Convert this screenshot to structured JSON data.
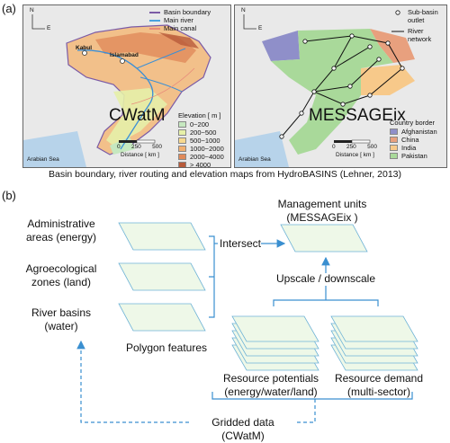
{
  "panel_a": {
    "label": "(a)",
    "caption": "Basin boundary, river routing and elevation maps from HydroBASINS (Lehner, 2013)",
    "left_map": {
      "title": "CWatM",
      "north": "N",
      "east": "E",
      "city1": "Kabul",
      "city2": "Islamabad",
      "sea": "Arabian Sea",
      "legend": [
        "Basin boundary",
        "Main river",
        "Main canal"
      ],
      "legend_colors": [
        "#7b5ba6",
        "#4aa3df",
        "#e88a7a"
      ],
      "elevation_title": "Elevation [ m ]",
      "elevation_classes": [
        "0~200",
        "200~500",
        "500~1000",
        "1000~2000",
        "2000~4000",
        "> 4000"
      ],
      "elevation_colors": [
        "#c6e8c0",
        "#e6f0a8",
        "#f7d98f",
        "#f2b070",
        "#e08a5a",
        "#b85a3a"
      ],
      "scale_ticks": [
        "0",
        "250",
        "500"
      ],
      "scale_label": "Distance [ km ]"
    },
    "right_map": {
      "title": "MESSAGEix",
      "north": "N",
      "east": "E",
      "sea": "Arabian Sea",
      "legend_outlet": "Sub-basin outlet",
      "legend_network": "River network",
      "border_title": "Country border",
      "countries": [
        "Afghanistan",
        "China",
        "India",
        "Pakistan"
      ],
      "country_colors": [
        "#8f8fc9",
        "#e8a07e",
        "#f7c98a",
        "#a9d99a"
      ],
      "scale_ticks": [
        "0",
        "250",
        "500"
      ],
      "scale_label": "Distance [ km ]"
    }
  },
  "panel_b": {
    "label": "(b)",
    "inputs": [
      "Administrative areas (energy)",
      "Agroecological zones (land)",
      "River basins (water)"
    ],
    "polygon_label": "Polygon features",
    "intersect": "Intersect",
    "management_label": "Management units (MESSAGEix )",
    "upscale": "Upscale / downscale",
    "potentials": "Resource potentials (energy/water/land)",
    "demand": "Resource demand (multi-sector)",
    "gridded": "Gridded data (CWatM)"
  }
}
